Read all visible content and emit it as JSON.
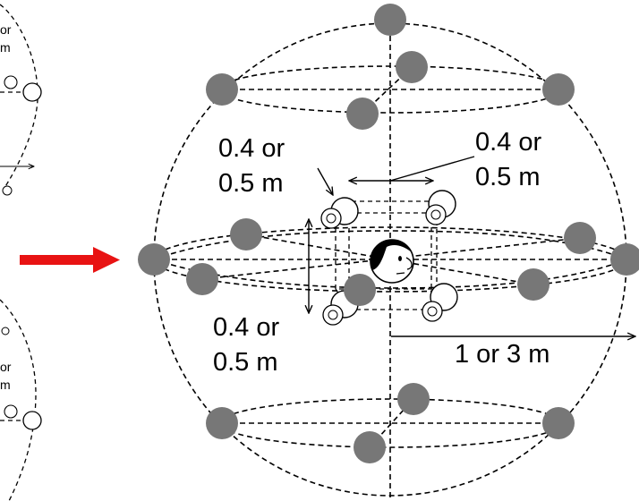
{
  "labels": {
    "left_top_line1": "0.4 or",
    "left_top_line2": "0.5 m",
    "right_top_line1": "0.4 or",
    "right_top_line2": "0.5 m",
    "left_side_line1": "0.4 or",
    "left_side_line2": "0.5 m",
    "radius": "1 or 3 m",
    "partial_top_1": "or",
    "partial_top_2": "m",
    "partial_bottom_1": "or",
    "partial_bottom_2": "m"
  },
  "colors": {
    "arrow": "#e81313",
    "speaker": "#777777",
    "line": "#000000"
  }
}
